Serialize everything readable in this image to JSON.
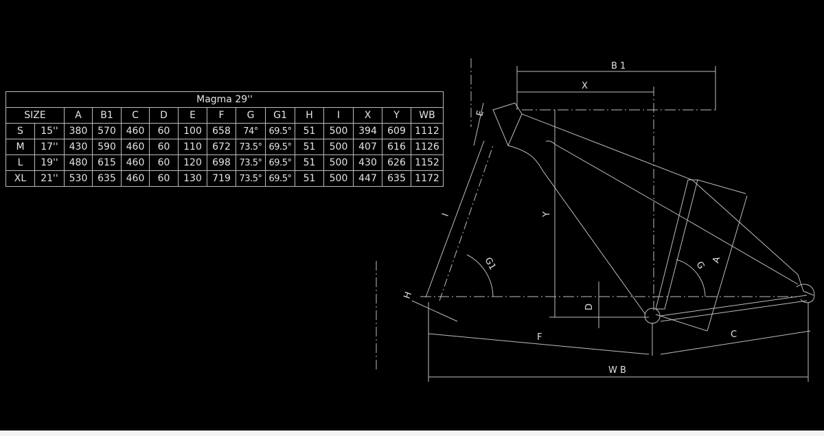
{
  "table": {
    "title": "Magma 29''",
    "headers": [
      "SIZE",
      "A",
      "B1",
      "C",
      "D",
      "E",
      "F",
      "G",
      "G1",
      "H",
      "I",
      "X",
      "Y",
      "WB"
    ],
    "rows": [
      [
        "S",
        "15''",
        "380",
        "570",
        "460",
        "60",
        "100",
        "658",
        "74°",
        "69.5°",
        "51",
        "500",
        "394",
        "609",
        "1112"
      ],
      [
        "M",
        "17''",
        "430",
        "590",
        "460",
        "60",
        "110",
        "672",
        "73.5°",
        "69.5°",
        "51",
        "500",
        "407",
        "616",
        "1126"
      ],
      [
        "L",
        "19''",
        "480",
        "615",
        "460",
        "60",
        "120",
        "698",
        "73.5°",
        "69.5°",
        "51",
        "500",
        "430",
        "626",
        "1152"
      ],
      [
        "XL",
        "21''",
        "530",
        "635",
        "460",
        "60",
        "130",
        "719",
        "73.5°",
        "69.5°",
        "51",
        "500",
        "447",
        "635",
        "1172"
      ]
    ]
  },
  "diagram": {
    "labels": {
      "b1": "B 1",
      "x": "X",
      "e": "E",
      "i": "I",
      "y": "Y",
      "g1": "G1",
      "g": "G",
      "a": "A",
      "d": "D",
      "h": "H",
      "f": "F",
      "c": "C",
      "wb": "W B"
    }
  }
}
